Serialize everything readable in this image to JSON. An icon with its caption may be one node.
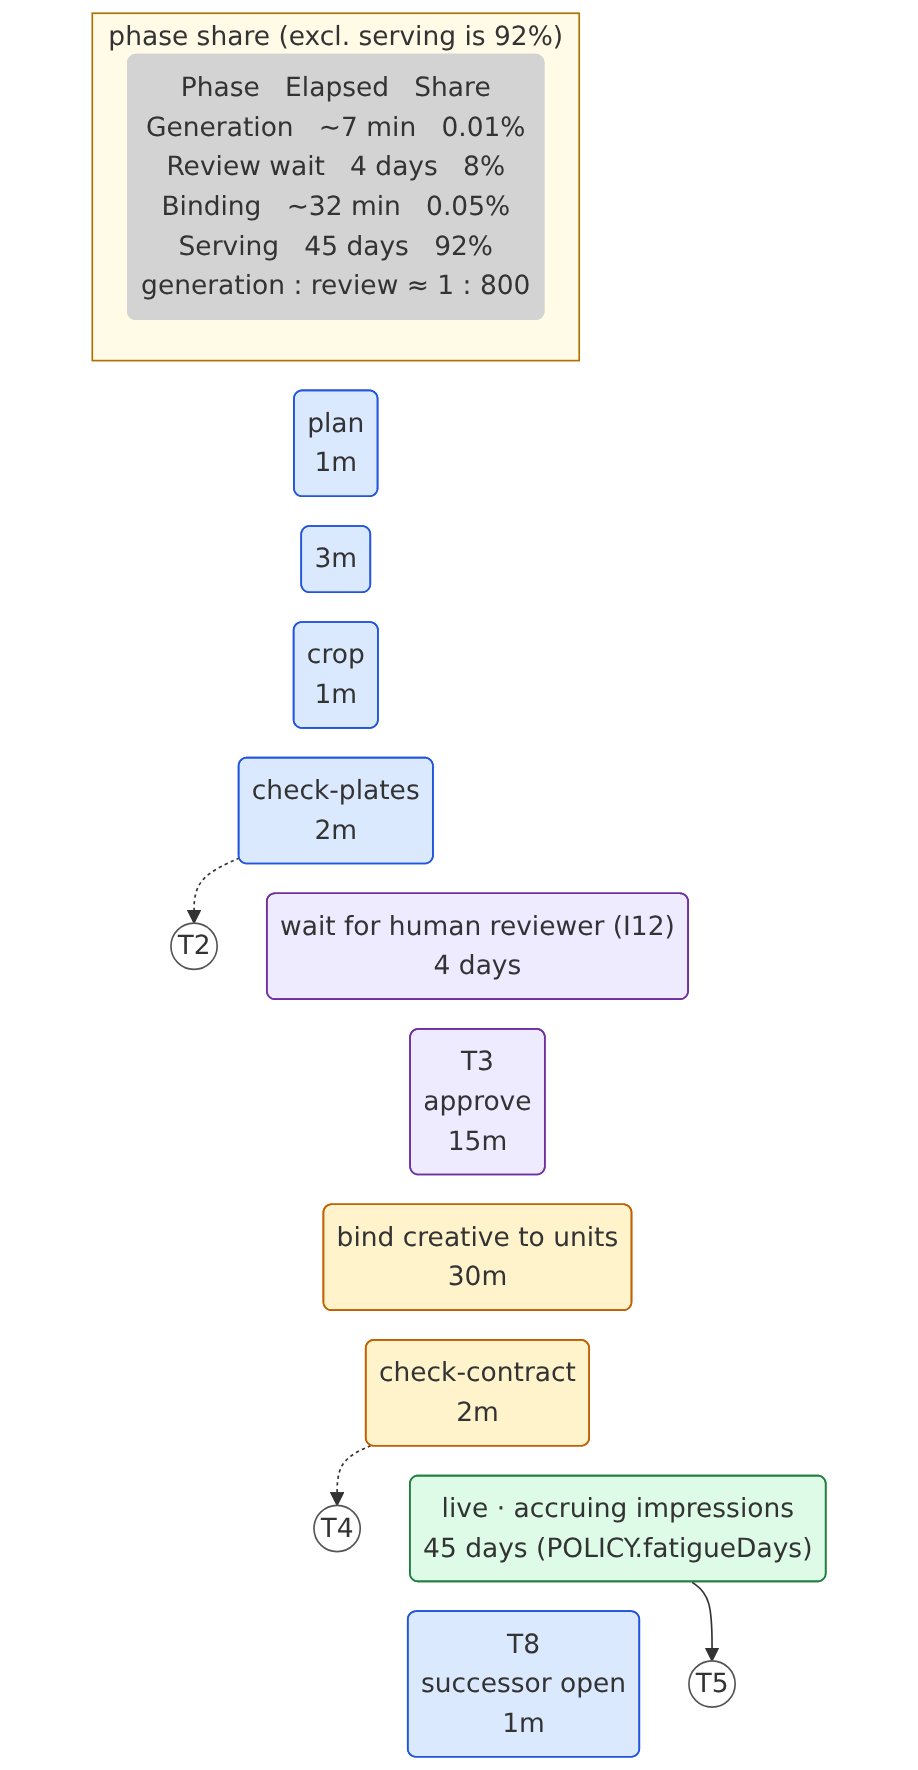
{
  "diagram": {
    "nodes": [
      {
        "text": [
          "phase share (excl. serving is 92%)"
        ]
      },
      {
        "text": [
          "Phase",
          "Elapsed",
          "Share",
          "Generation",
          "~7 min",
          "0.01%",
          "Review wait",
          "4 days",
          "8%",
          "Binding",
          "~32 min",
          "0.05%",
          "Serving",
          "45 days",
          "92%",
          "generation : review ≈ 1 : 800"
        ],
        "in": 0
      },
      {
        "text": [
          "plan",
          "1m"
        ]
      },
      {
        "text": [
          "3m"
        ]
      },
      {
        "text": [
          "crop",
          "1m"
        ]
      },
      {
        "text": [
          "check-plates",
          "2m"
        ]
      },
      {
        "text": [
          "T2"
        ]
      },
      {
        "text": [
          "wait for human reviewer (I12)",
          "4 days"
        ]
      },
      {
        "text": [
          "T3",
          "approve",
          "15m"
        ]
      },
      {
        "text": [
          "bind creative to units",
          "30m"
        ]
      },
      {
        "text": [
          "check-contract",
          "2m"
        ]
      },
      {
        "text": [
          "T4"
        ]
      },
      {
        "text": [
          "live · accruing impressions",
          "45 days (POLICY.fatigueDays)"
        ]
      },
      {
        "text": [
          "T5"
        ]
      },
      {
        "text": [
          "T8",
          "successor open",
          "1m"
        ]
      }
    ],
    "edges": [
      {
        "from": 5,
        "to": 6,
        "arrow": "to",
        "style": "dashed"
      },
      {
        "from": 10,
        "to": 11,
        "arrow": "to",
        "style": "dashed"
      },
      {
        "from": 12,
        "to": 13,
        "arrow": "to"
      }
    ]
  }
}
